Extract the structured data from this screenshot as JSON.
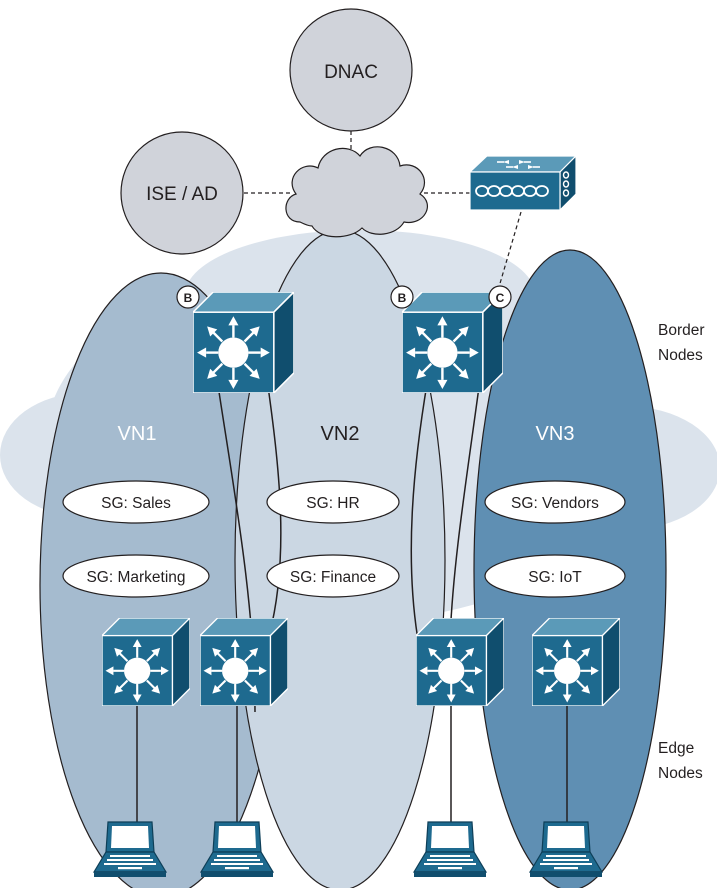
{
  "nodes": {
    "dnac": "DNAC",
    "ise": "ISE / AD"
  },
  "virtual_networks": [
    {
      "label": "VN1",
      "groups": [
        "SG: Sales",
        "SG: Marketing"
      ]
    },
    {
      "label": "VN2",
      "groups": [
        "SG: HR",
        "SG: Finance"
      ]
    },
    {
      "label": "VN3",
      "groups": [
        "SG: Vendors",
        "SG: IoT"
      ]
    }
  ],
  "badges": {
    "border_left": "B",
    "border_right": "B",
    "control": "C"
  },
  "side_labels": {
    "border_line1": "Border",
    "border_line2": "Nodes",
    "edge_line1": "Edge",
    "edge_line2": "Nodes"
  },
  "colors": {
    "fabric_cloud": "#dbe3ec",
    "vn1": "#a5bbcf",
    "vn2": "#cbd7e3",
    "vn3": "#5f8fb3",
    "switch": "#1e6a8f",
    "circles": "#d0d3da"
  }
}
